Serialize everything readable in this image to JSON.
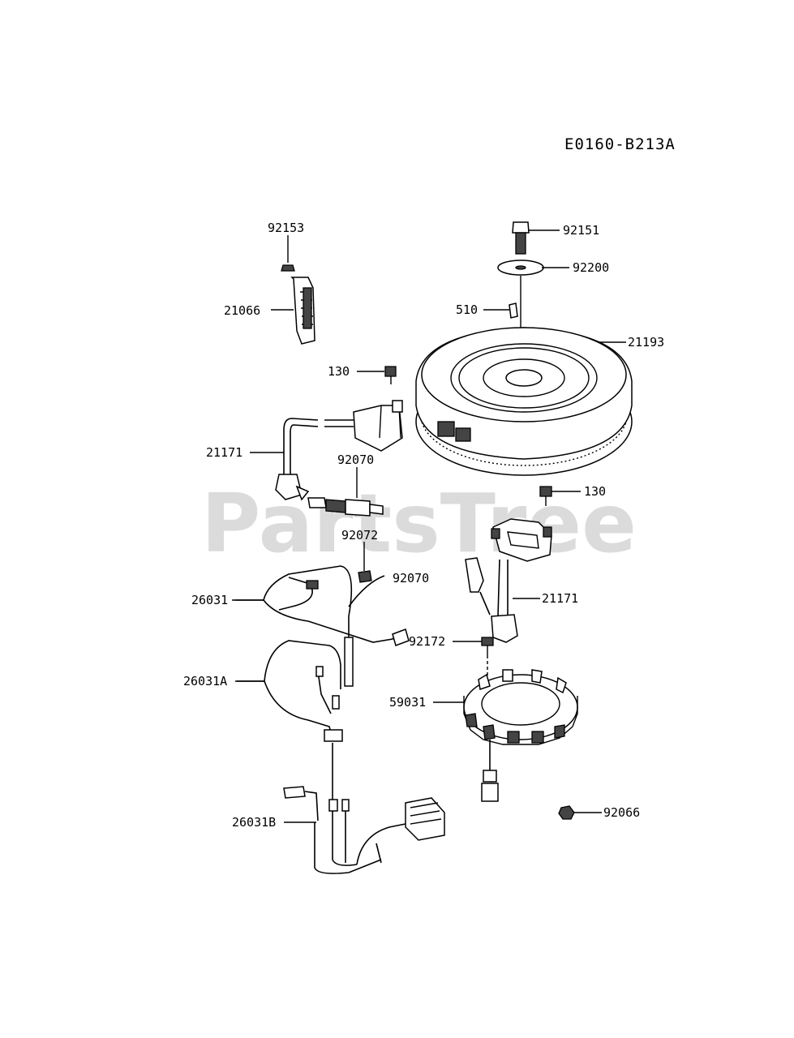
{
  "diagram": {
    "code": "E0160-B213A",
    "watermark": "PartsTree",
    "parts": {
      "p92153": "92153",
      "p21066": "21066",
      "p130a": "130",
      "p21171a": "21171",
      "p92070a": "92070",
      "p92072": "92072",
      "p92070b": "92070",
      "p26031": "26031",
      "p26031A": "26031A",
      "p26031B": "26031B",
      "p92151": "92151",
      "p92200": "92200",
      "p510": "510",
      "p21193": "21193",
      "p130b": "130",
      "p21171b": "21171",
      "p92172": "92172",
      "p59031": "59031",
      "p92066": "92066"
    }
  }
}
